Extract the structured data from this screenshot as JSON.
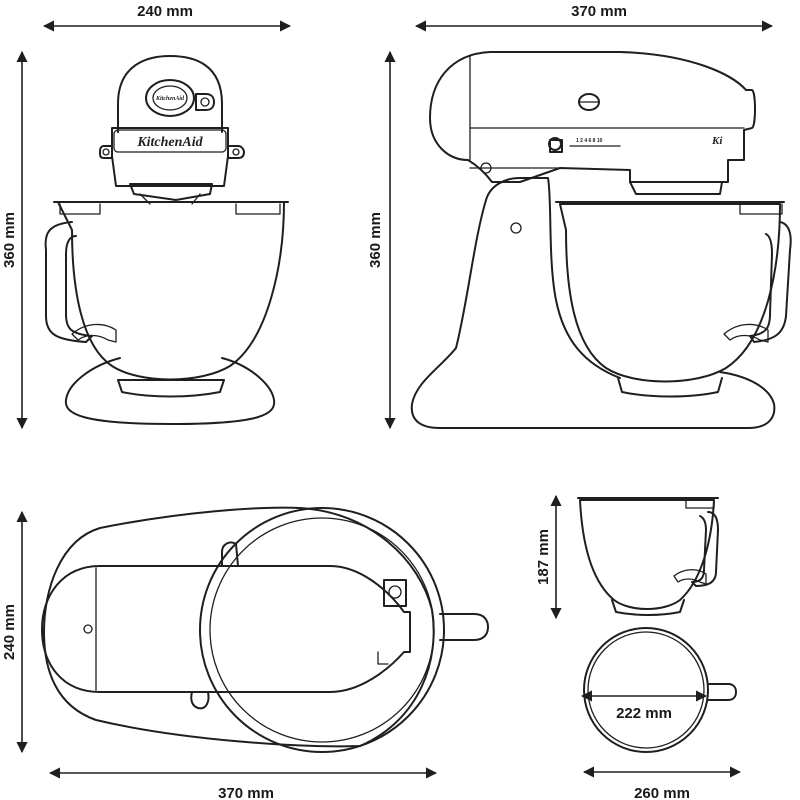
{
  "dimensions": {
    "front_width": "240 mm",
    "front_height": "360 mm",
    "side_width": "370 mm",
    "side_height": "360 mm",
    "top_width": "370 mm",
    "top_depth": "240 mm",
    "bowl_height": "187 mm",
    "bowl_diameter": "222 mm",
    "bowl_width": "260 mm"
  },
  "branding": {
    "logo_large": "KitchenAid",
    "logo_small": "KitchenAid",
    "logo_side": "Ki"
  },
  "speed_dial": {
    "marks": "1 2 4 6 8 10"
  }
}
